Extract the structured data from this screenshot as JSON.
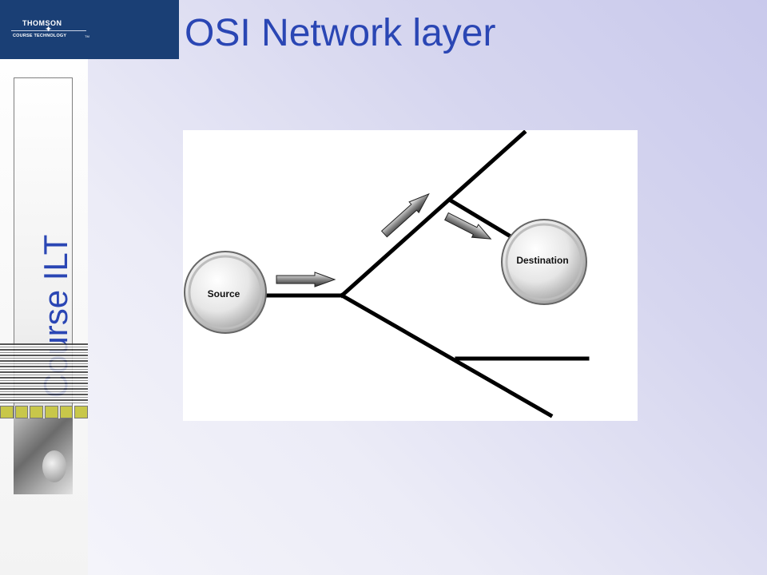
{
  "slide": {
    "title": "OSI Network layer",
    "side_label": "Course ILT"
  },
  "logo": {
    "line1": "THOMSON",
    "line2": "COURSE TECHNOLOGY",
    "tm": "TM"
  },
  "diagram": {
    "source_label": "Source",
    "destination_label": "Destination"
  }
}
